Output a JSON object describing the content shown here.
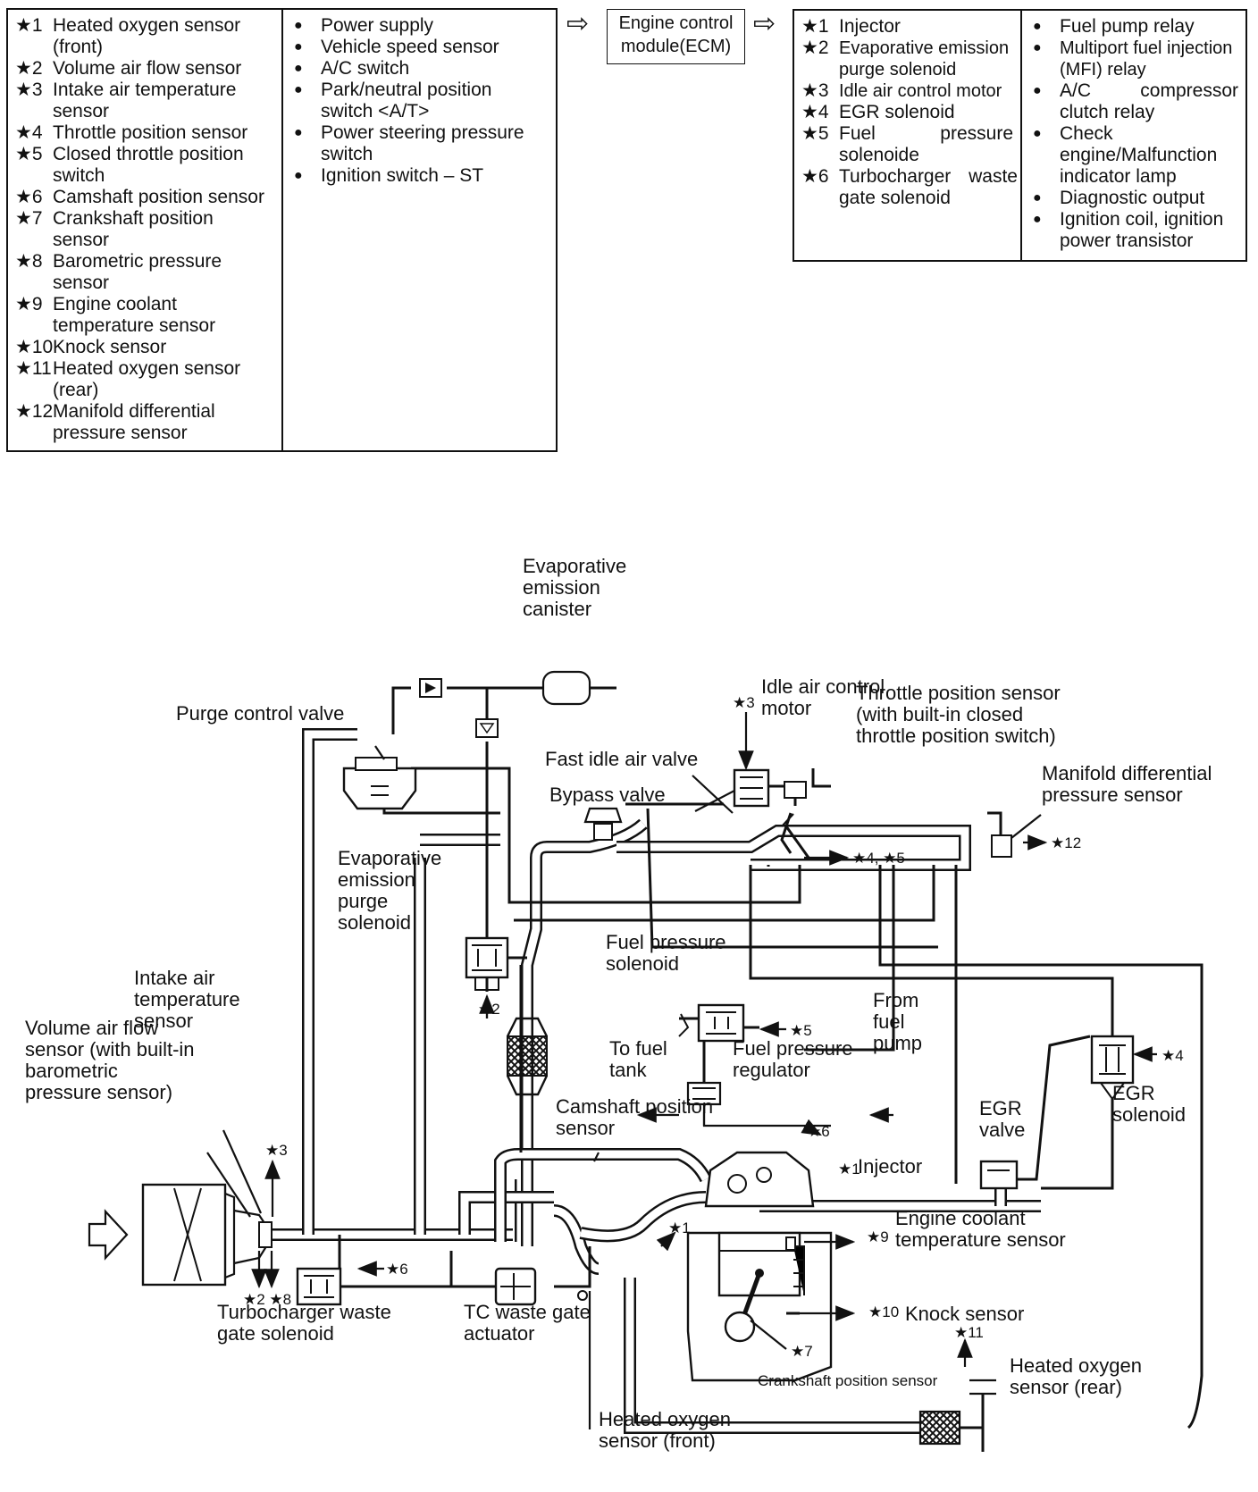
{
  "sensors": [
    {
      "mark": "★1",
      "label": "Heated oxygen sensor (front)"
    },
    {
      "mark": "★2",
      "label": "Volume air flow sensor"
    },
    {
      "mark": "★3",
      "label": "Intake air temperature sensor"
    },
    {
      "mark": "★4",
      "label": "Throttle position sensor"
    },
    {
      "mark": "★5",
      "label": "Closed throttle position switch"
    },
    {
      "mark": "★6",
      "label": "Camshaft position sensor"
    },
    {
      "mark": "★7",
      "label": "Crankshaft position sensor"
    },
    {
      "mark": "★8",
      "label": "Barometric pressure sensor"
    },
    {
      "mark": "★9",
      "label": "Engine coolant temperature sensor"
    },
    {
      "mark": "★10",
      "label": "Knock sensor"
    },
    {
      "mark": "★11",
      "label": "Heated oxygen sensor (rear)"
    },
    {
      "mark": "★12",
      "label": "Manifold differential pressure sensor"
    }
  ],
  "switches": [
    {
      "mark": "●",
      "label": "Power supply"
    },
    {
      "mark": "●",
      "label": "Vehicle speed sensor"
    },
    {
      "mark": "●",
      "label": "A/C switch"
    },
    {
      "mark": "●",
      "label": "Park/neutral position switch <A/T>"
    },
    {
      "mark": "●",
      "label": "Power steering pressure switch"
    },
    {
      "mark": "●",
      "label": "Ignition switch – ST"
    }
  ],
  "arrow_symbol": "⇨",
  "ecm_label": "Engine control module(ECM)",
  "actuators": [
    {
      "mark": "★1",
      "label": "Injector"
    },
    {
      "mark": "★2",
      "label": "Evaporative emission purge solenoid"
    },
    {
      "mark": "★3",
      "label": "Idle air control motor"
    },
    {
      "mark": "★4",
      "label": "EGR solenoid"
    },
    {
      "mark": "★5",
      "label": "Fuel pressure solenoide"
    },
    {
      "mark": "★6",
      "label": "Turbocharger waste gate solenoid"
    }
  ],
  "outputs": [
    {
      "mark": "●",
      "label": "Fuel pump relay"
    },
    {
      "mark": "●",
      "label": "Multiport fuel injection (MFI) relay"
    },
    {
      "mark": "●",
      "label": "A/C compressor clutch relay"
    },
    {
      "mark": "●",
      "label": "Check engine/Malfunction indicator lamp"
    },
    {
      "mark": "●",
      "label": "Diagnostic output"
    },
    {
      "mark": "●",
      "label": "Ignition coil, ignition power transistor"
    }
  ],
  "diagram": {
    "evap_canister": "Evaporative emission canister",
    "purge_control_valve": "Purge control valve",
    "idle_air_control_motor": "Idle air control motor",
    "fast_idle_air_valve": "Fast idle air valve",
    "throttle_position_sensor": "Throttle position sensor (with built-in closed throttle position switch)",
    "bypass_valve": "Bypass valve",
    "manifold_diff_pressure_sensor": "Manifold differential pressure sensor",
    "evap_purge_solenoid": "Evaporative emission purge solenoid",
    "fuel_pressure_solenoid": "Fuel pressure solenoid",
    "intake_air_temp_sensor": "Intake air temperature sensor",
    "volume_air_flow_sensor": "Volume air flow sensor (with built-in barometric pressure sensor)",
    "to_fuel_tank": "To fuel tank",
    "fuel_pressure_regulator": "Fuel pressure regulator",
    "from_fuel_pump": "From fuel pump",
    "camshaft_position_sensor": "Camshaft position sensor",
    "injector": "Injector",
    "egr_valve": "EGR valve",
    "egr_solenoid": "EGR solenoid",
    "engine_coolant_temp_sensor": "Engine coolant temperature sensor",
    "knock_sensor": "Knock sensor",
    "turbo_waste_gate_solenoid": "Turbocharger waste gate solenoid",
    "tc_waste_gate_actuator": "TC waste gate actuator",
    "crankshaft_position_sensor": "Crankshaft position sensor",
    "heated_oxygen_sensor_rear": "Heated oxygen sensor (rear)",
    "heated_oxygen_sensor_front": "Heated oxygen sensor (front)",
    "refs": {
      "r1": "★1",
      "r2": "★2",
      "r3": "★3",
      "r4": "★4",
      "r5": "★5",
      "r6": "★6",
      "r7": "★7",
      "r8": "★8",
      "r9": "★9",
      "r10": "★10",
      "r11": "★11",
      "r12": "★12",
      "r2_8": "★2 ★8",
      "r4_5": "★4, ★5"
    }
  }
}
